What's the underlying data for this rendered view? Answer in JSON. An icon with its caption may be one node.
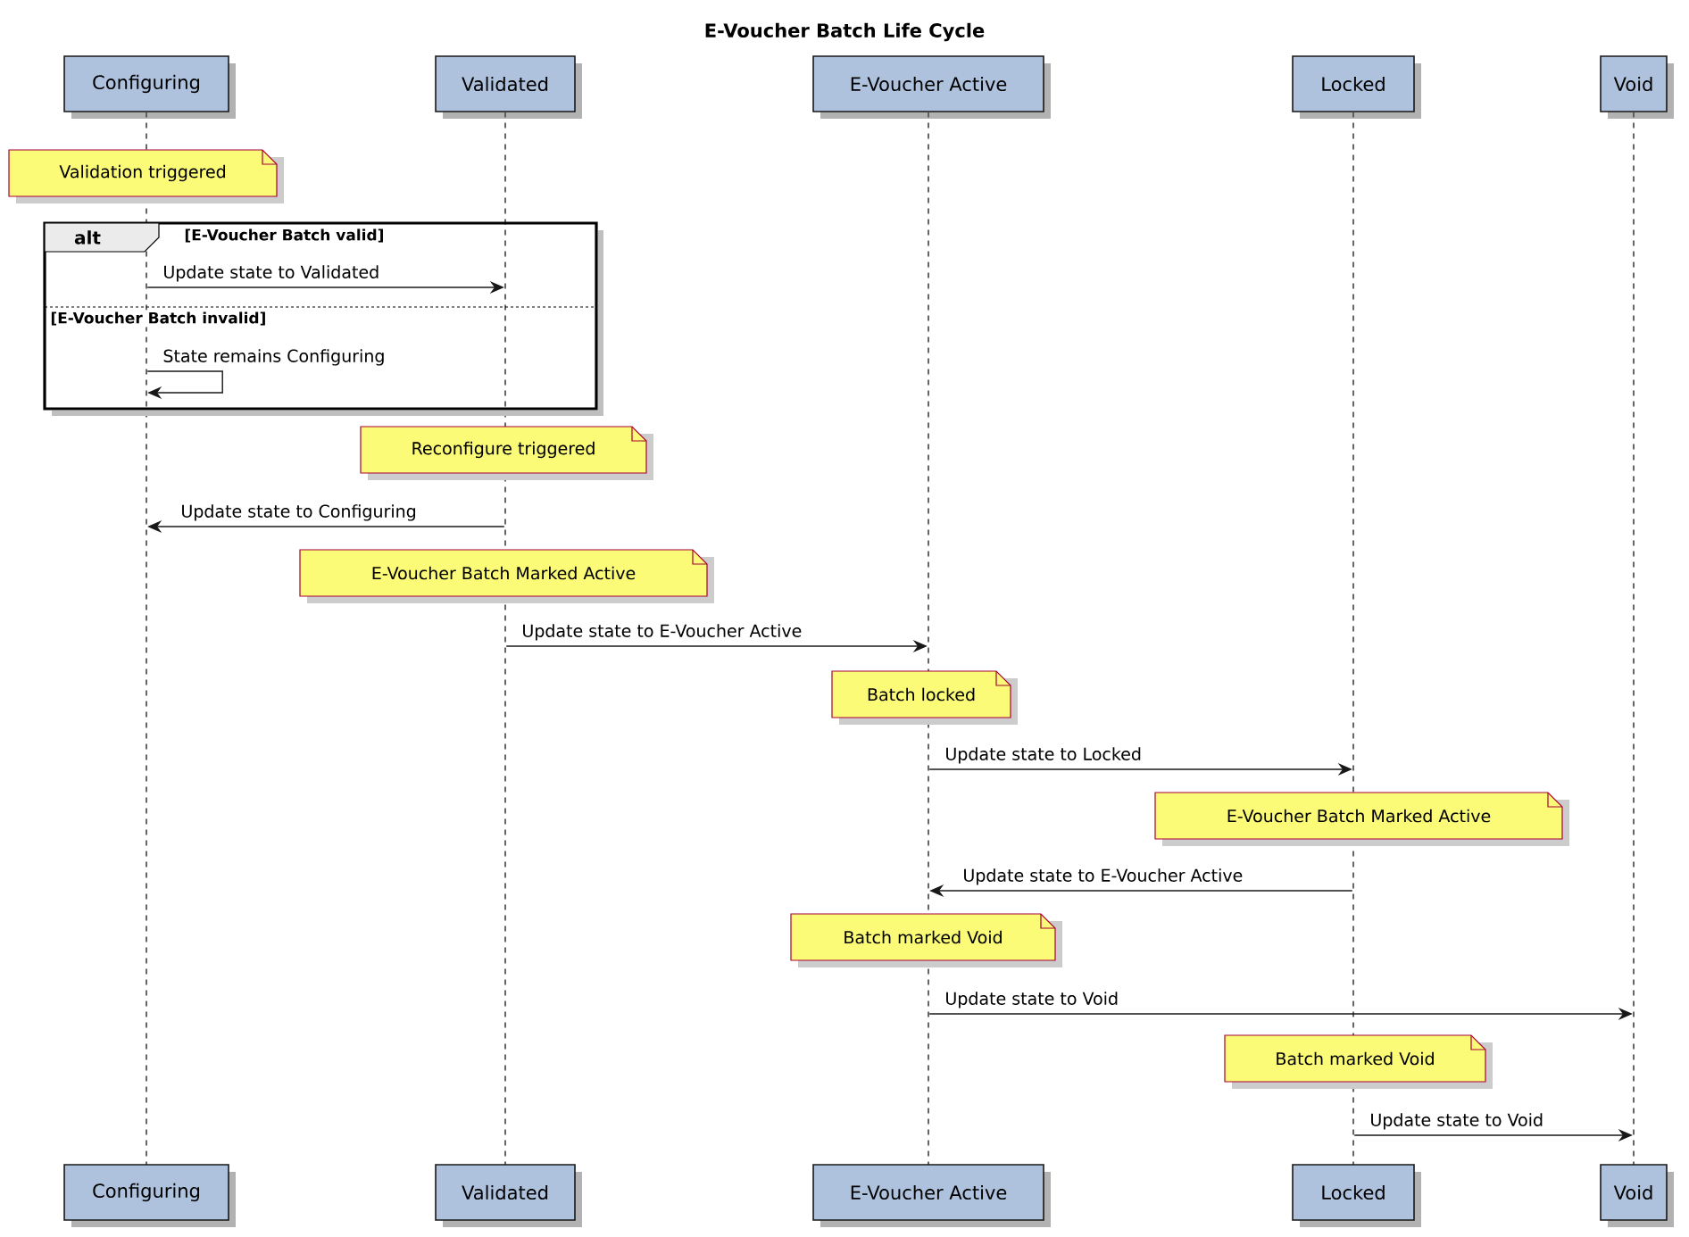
{
  "diagram": {
    "title": "E-Voucher Batch Life Cycle",
    "nodes": [
      {
        "text": [
          "Configuring"
        ]
      },
      {
        "text": [
          "Validated"
        ]
      },
      {
        "text": [
          "E-Voucher Active"
        ]
      },
      {
        "text": [
          "Locked"
        ]
      },
      {
        "text": [
          "Void"
        ]
      },
      {
        "text": [],
        "shape": "line"
      },
      {
        "text": [],
        "shape": "line"
      },
      {
        "text": [],
        "shape": "line"
      },
      {
        "text": [],
        "shape": "line"
      },
      {
        "text": [],
        "shape": "line"
      },
      {
        "text": [
          "Validation triggered"
        ]
      },
      {
        "text": [
          "Reconfigure triggered"
        ]
      },
      {
        "text": [
          "E-Voucher Batch Marked Active"
        ]
      },
      {
        "text": [
          "Batch locked"
        ]
      },
      {
        "text": [
          "E-Voucher Batch Marked Active"
        ]
      },
      {
        "text": [
          "Batch marked Void"
        ]
      },
      {
        "text": [
          "Batch marked Void"
        ]
      },
      {
        "text": [
          "Configuring"
        ]
      },
      {
        "text": [
          "Validated"
        ]
      },
      {
        "text": [
          "E-Voucher Active"
        ]
      },
      {
        "text": [
          "Locked"
        ]
      },
      {
        "text": [
          "Void"
        ]
      }
    ],
    "edges": [
      {
        "from": 5,
        "to": 6,
        "arrow": "to",
        "label": "Update state to Validated"
      },
      {
        "from": 5,
        "to": 5,
        "arrow": "to",
        "label": "State remains Configuring"
      },
      {
        "from": 6,
        "to": 5,
        "arrow": "to",
        "label": "Update state to Configuring"
      },
      {
        "from": 6,
        "to": 7,
        "arrow": "to",
        "label": "Update state to E-Voucher Active"
      },
      {
        "from": 7,
        "to": 8,
        "arrow": "to",
        "label": "Update state to Locked"
      },
      {
        "from": 8,
        "to": 7,
        "arrow": "to",
        "label": "Update state to E-Voucher Active"
      },
      {
        "from": 7,
        "to": 9,
        "arrow": "to",
        "label": "Update state to Void"
      },
      {
        "from": 8,
        "to": 9,
        "arrow": "to",
        "label": "Update state to Void"
      }
    ],
    "labels": [
      "alt",
      "[E-Voucher Batch valid]",
      "[E-Voucher Batch invalid]"
    ]
  }
}
